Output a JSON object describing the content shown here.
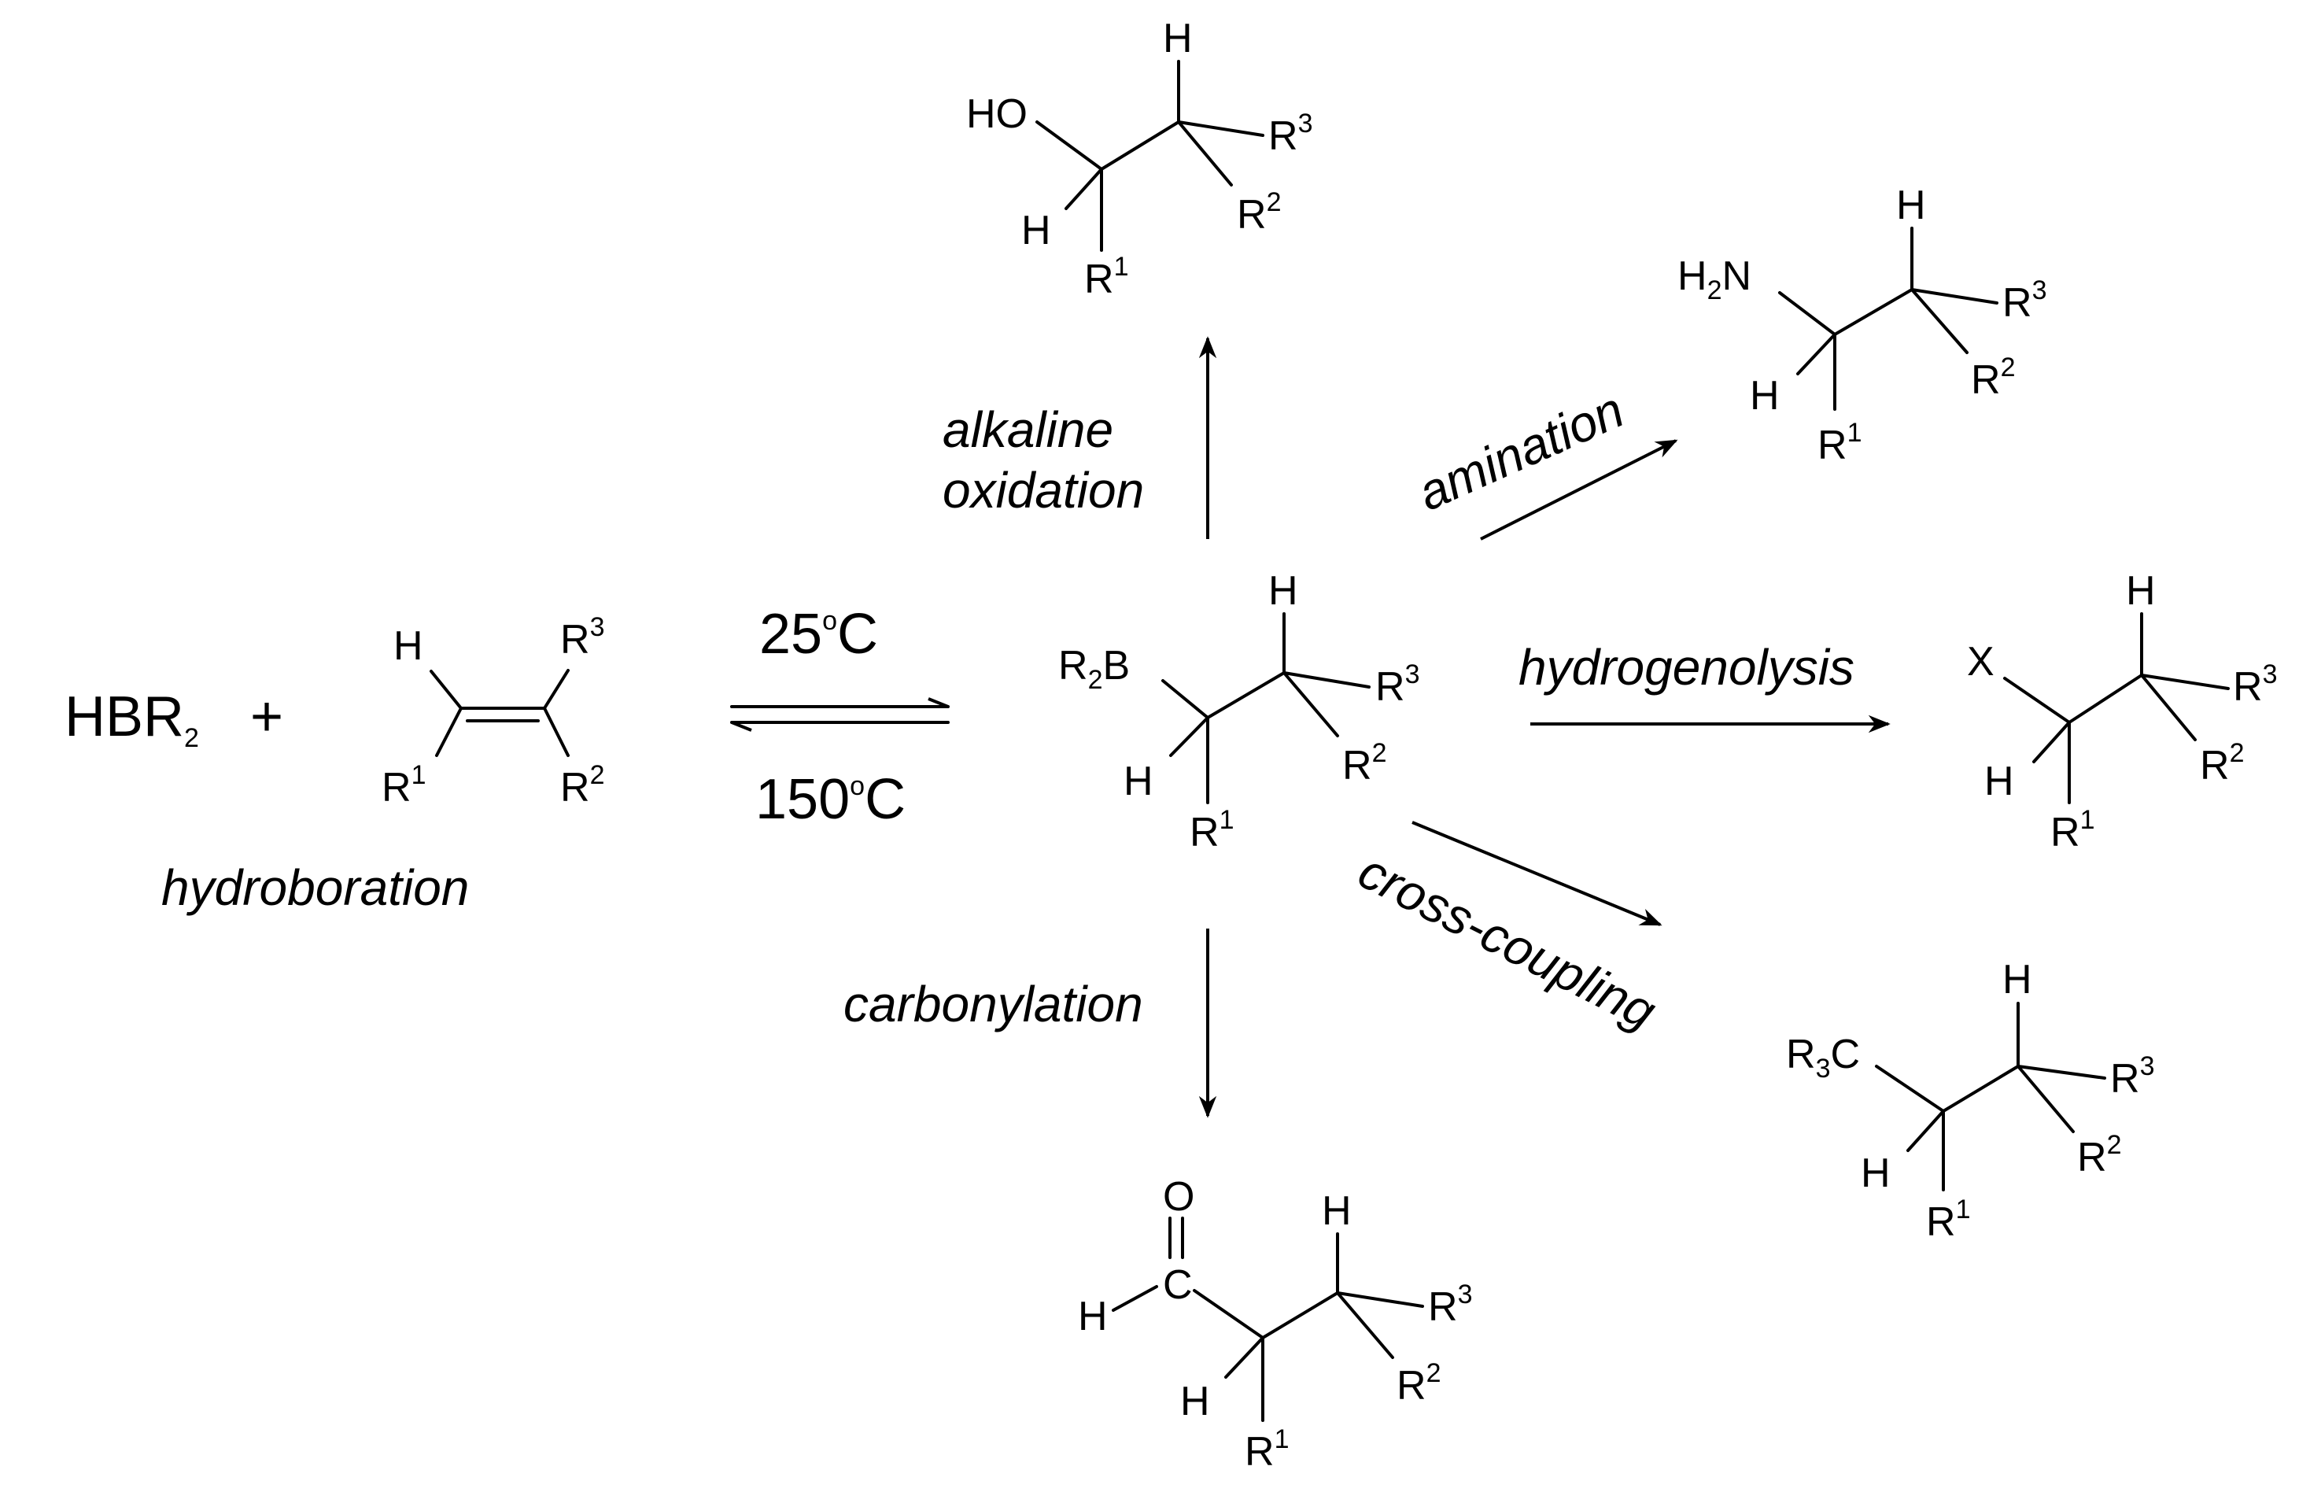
{
  "conditions": {
    "hydroboration": "hydroboration",
    "forward_temp": "25",
    "reverse_temp": "150",
    "degree_o": "o",
    "temp_unit": "C",
    "alkaline": "alkaline",
    "oxidation": "oxidation",
    "amination": "amination",
    "hydrogenolysis": "hydrogenolysis",
    "cross_coupling": "cross-coupling",
    "carbonylation": "carbonylation"
  },
  "reagent": {
    "hb": "HBR",
    "sub2": "2",
    "plus": "+"
  },
  "atoms": {
    "H": "H",
    "R": "R",
    "B": "B",
    "HO": "HO",
    "N": "N",
    "X": "X",
    "C": "C",
    "O": "O",
    "n1": "1",
    "n2": "2",
    "n3": "3"
  }
}
